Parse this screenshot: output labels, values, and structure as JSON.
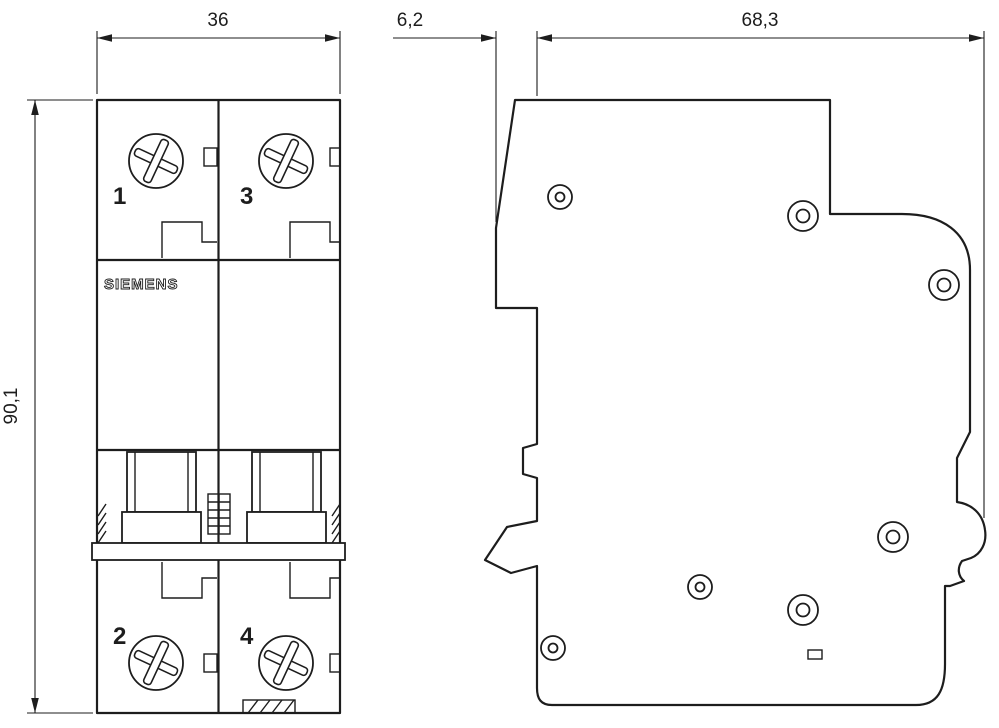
{
  "drawing": {
    "dimensions": {
      "front_width_mm": "36",
      "front_height_mm": "90,1",
      "side_front_depth_mm": "6,2",
      "side_total_depth_mm": "68,3"
    },
    "front_view": {
      "brand": "SIEMENS",
      "terminal_top_left": "1",
      "terminal_top_right": "3",
      "terminal_bottom_left": "2",
      "terminal_bottom_right": "4"
    },
    "colors": {
      "line": "#1d1d1d",
      "background": "#ffffff"
    }
  }
}
